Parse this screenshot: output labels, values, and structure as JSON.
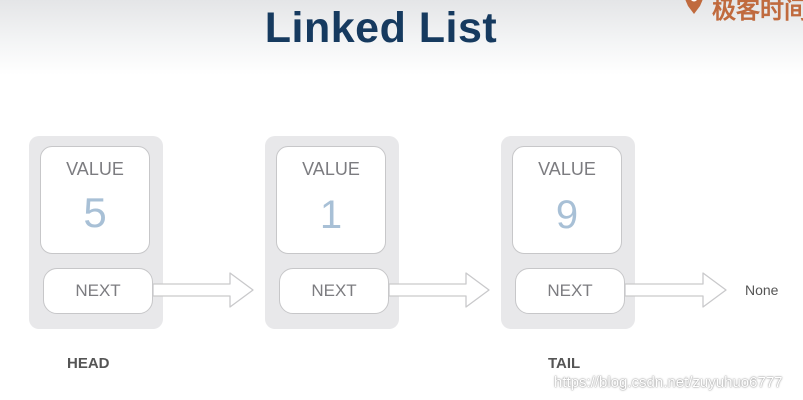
{
  "title": "Linked List",
  "logo": {
    "text": "极客时间",
    "icon": "geektime-logo-icon",
    "color": "#c06a3e"
  },
  "nodes": [
    {
      "value_label": "VALUE",
      "value": "5",
      "next_label": "NEXT"
    },
    {
      "value_label": "VALUE",
      "value": "1",
      "next_label": "NEXT"
    },
    {
      "value_label": "VALUE",
      "value": "9",
      "next_label": "NEXT"
    }
  ],
  "terminal": "None",
  "head_label": "HEAD",
  "tail_label": "TAIL",
  "watermark": "https://blog.csdn.net/zuyuhuo6777",
  "colors": {
    "title": "#163a5f",
    "node_bg": "#e8e8ea",
    "value_number": "#a8c0d6",
    "label_text": "#7c7c80"
  }
}
